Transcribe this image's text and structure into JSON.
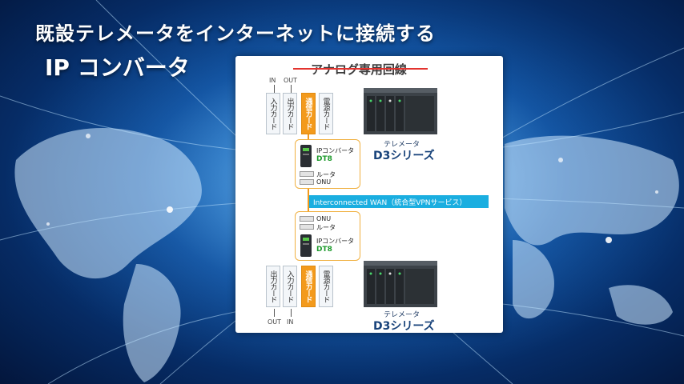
{
  "header": {
    "headline": "既設テレメータをインターネットに接続する",
    "product": "IP コンバータ"
  },
  "panel": {
    "title": "アナログ専用回線",
    "ports_top": {
      "in": "IN",
      "out": "OUT"
    },
    "ports_bottom": {
      "out": "OUT",
      "in": "IN"
    },
    "cards_top": [
      "入力カード",
      "出力カード",
      "通信カード",
      "電源カード"
    ],
    "cards_bottom": [
      "出力カード",
      "入力カード",
      "通信カード",
      "電源カード"
    ],
    "top_module": {
      "converter_label": "IPコンバータ",
      "converter_model": "DT8",
      "router_label": "ルータ",
      "onu_label": "ONU"
    },
    "wan_label": "Interconnected WAN（統合型VPNサービス）",
    "bottom_module": {
      "onu_label": "ONU",
      "router_label": "ルータ",
      "converter_label": "IPコンバータ",
      "converter_model": "DT8"
    },
    "telemeter_top": {
      "label": "テレメータ",
      "series": "D3シリーズ"
    },
    "telemeter_bottom": {
      "label": "テレメータ",
      "series": "D3シリーズ"
    }
  }
}
